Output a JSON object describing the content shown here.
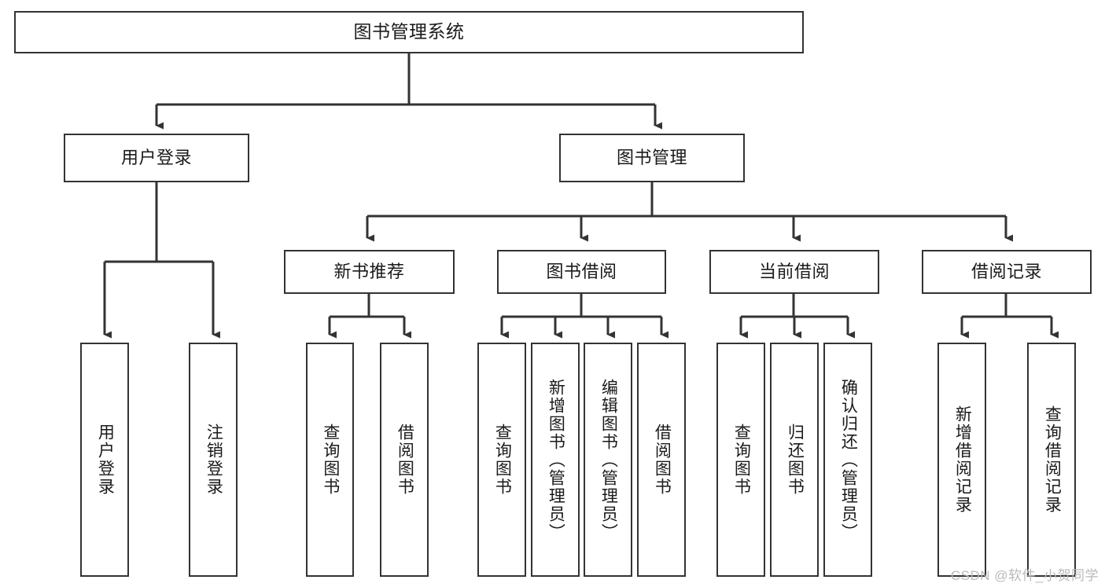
{
  "diagram": {
    "title": "图书管理系统",
    "watermark": "CSDN @软件_小贺同学",
    "colors": {
      "box_border": "#333333",
      "box_fill": "#ffffff",
      "edge": "#333333",
      "text": "#1a1a1a",
      "watermark": "#b9b9b9",
      "background": "#ffffff"
    },
    "nodes": {
      "root": {
        "label": "图书管理系统"
      },
      "level2": [
        {
          "label": "用户登录"
        },
        {
          "label": "图书管理"
        }
      ],
      "level3": [
        {
          "label": "新书推荐"
        },
        {
          "label": "图书借阅"
        },
        {
          "label": "当前借阅"
        },
        {
          "label": "借阅记录"
        }
      ],
      "leaves_user_login": [
        {
          "label": "用户登录"
        },
        {
          "label": "注销登录"
        }
      ],
      "leaves_new_book": [
        {
          "label": "查询图书"
        },
        {
          "label": "借阅图书"
        }
      ],
      "leaves_borrow": [
        {
          "label": "查询图书"
        },
        {
          "label": "新增图书（管理员）"
        },
        {
          "label": "编辑图书（管理员）"
        },
        {
          "label": "借阅图书"
        }
      ],
      "leaves_current": [
        {
          "label": "查询图书"
        },
        {
          "label": "归还图书"
        },
        {
          "label": "确认归还（管理员）"
        }
      ],
      "leaves_record": [
        {
          "label": "新增借阅记录"
        },
        {
          "label": "查询借阅记录"
        }
      ]
    }
  }
}
